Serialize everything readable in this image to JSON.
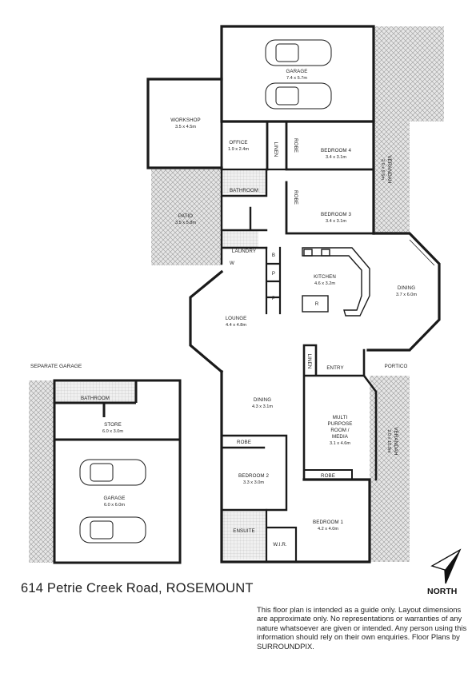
{
  "separate_garage_heading": "SEPARATE GARAGE",
  "rooms": {
    "garage": {
      "name": "GARAGE",
      "dims": "7.4 x 5.7m"
    },
    "workshop": {
      "name": "WORKSHOP",
      "dims": "3.5 x 4.5m"
    },
    "office": {
      "name": "OFFICE",
      "dims": "1.9 x 2.4m"
    },
    "linen1": {
      "name": "LINEN"
    },
    "robe4": {
      "name": "ROBE"
    },
    "bedroom4": {
      "name": "BEDROOM 4",
      "dims": "3.4 x 3.1m"
    },
    "verandah1": {
      "name": "VERANDAH",
      "dims": "2.0 x 5.5m"
    },
    "bathroom": {
      "name": "BATHROOM"
    },
    "robe3": {
      "name": "ROBE"
    },
    "bedroom3": {
      "name": "BEDROOM 3",
      "dims": "3.4 x 3.1m"
    },
    "patio": {
      "name": "PATIO",
      "dims": "3.5 x 5.8m"
    },
    "laundry": {
      "name": "LAUNDRY"
    },
    "w": {
      "name": "W"
    },
    "b": {
      "name": "B"
    },
    "p1": {
      "name": "P"
    },
    "p2": {
      "name": "P"
    },
    "kitchen": {
      "name": "KITCHEN",
      "dims": "4.6 x 3.2m"
    },
    "dining1": {
      "name": "DINING",
      "dims": "3.7 x 6.0m"
    },
    "lounge": {
      "name": "LOUNGE",
      "dims": "4.4 x 4.8m"
    },
    "r": {
      "name": "R"
    },
    "linen2": {
      "name": "LINEN"
    },
    "entry": {
      "name": "ENTRY"
    },
    "portico": {
      "name": "PORTICO"
    },
    "dining2": {
      "name": "DINING",
      "dims": "4.3 x 3.1m"
    },
    "multi": {
      "name_lines": [
        "MULTI",
        "PURPOSE",
        "ROOM /",
        "MEDIA"
      ],
      "dims": "3.1 x 4.6m"
    },
    "verandah2": {
      "name": "VERANDAH",
      "dims": "2.0 x 10.9m"
    },
    "robe2": {
      "name": "ROBE"
    },
    "bedroom2": {
      "name": "BEDROOM 2",
      "dims": "3.3 x 3.0m"
    },
    "robe1": {
      "name": "ROBE"
    },
    "bedroom1": {
      "name": "BEDROOM 1",
      "dims": "4.2 x 4.0m"
    },
    "ensuite": {
      "name": "ENSUITE"
    },
    "wir": {
      "name": "W.I.R."
    },
    "sg_bathroom": {
      "name": "BATHROOM"
    },
    "sg_store": {
      "name": "STORE",
      "dims": "6.0 x 3.0m"
    },
    "sg_garage": {
      "name": "GARAGE",
      "dims": "6.0 x 6.0m"
    }
  },
  "address": "614 Petrie Creek Road, ROSEMOUNT",
  "north": "NORTH",
  "disclaimer": "This floor plan is intended as a guide only. Layout dimensions are approximate only. No representations or warranties of any nature whatsoever are given or intended. Any person using this information should rely on their own enquiries. Floor Plans by  SURROUNDPIX.",
  "colors": {
    "wall": "#1a1a1a",
    "hatch": "#9a9a9a",
    "hatch_bg": "#e4e4e4",
    "tile": "#c8c8c8"
  }
}
